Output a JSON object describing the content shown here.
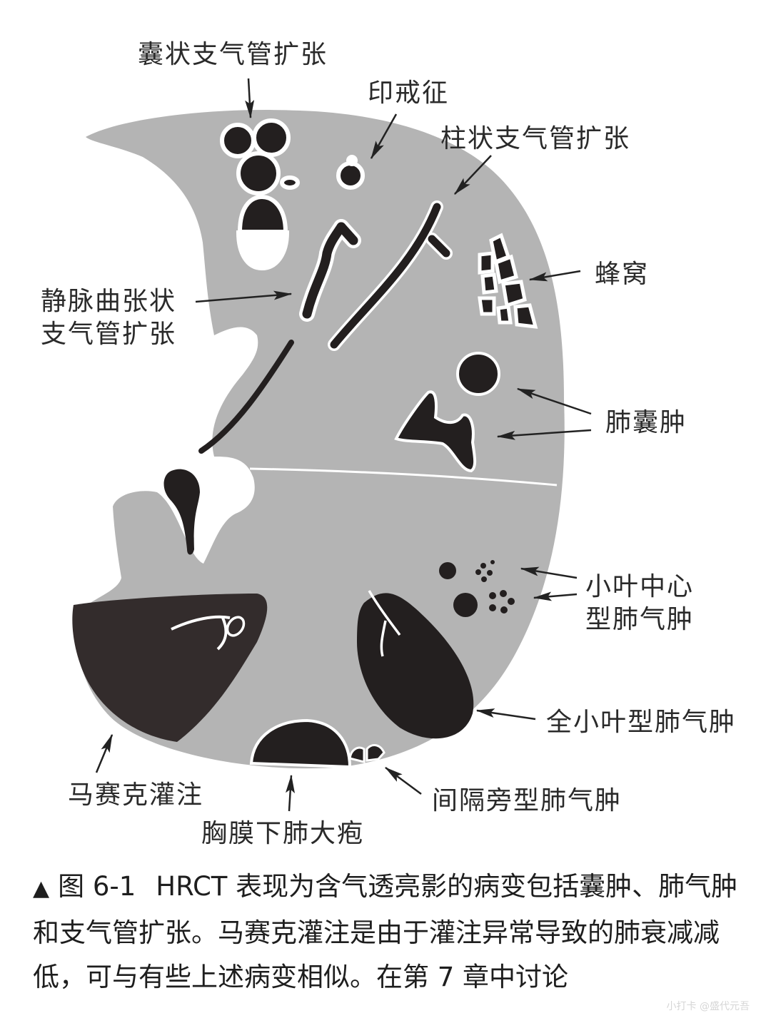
{
  "figure": {
    "type": "hrct-lung-schematic",
    "colors": {
      "lung_parenchyma": "#b4b4b4",
      "lesion": "#231f1f",
      "mosaic": "#332c2c",
      "background": "#ffffff",
      "halo": "#ffffff"
    },
    "labels": {
      "cystic_bronchiectasis": "囊状支气管扩张",
      "signet_ring_sign": "印戒征",
      "cylindrical_bronchiectasis": "柱状支气管扩张",
      "honeycombing": "蜂窝",
      "varicose_bronchiectasis_line1": "静脉曲张状",
      "varicose_bronchiectasis_line2": "支气管扩张",
      "lung_cyst": "肺囊肿",
      "centrilobular_emphysema_line1": "小叶中心",
      "centrilobular_emphysema_line2": "型肺气肿",
      "panlobular_emphysema": "全小叶型肺气肿",
      "mosaic_perfusion": "马赛克灌注",
      "paraseptal_emphysema": "间隔旁型肺气肿",
      "subpleural_bulla": "胸膜下肺大疱"
    }
  },
  "caption": {
    "marker": "▲",
    "figure_number": "图 6-1",
    "text": "HRCT 表现为含气透亮影的病变包括囊肿、肺气肿和支气管扩张。马赛克灌注是由于灌注异常导致的肺衰减减低，可与有些上述病变相似。在第 7 章中讨论"
  },
  "watermark": "小打卡 @盛代元吾"
}
